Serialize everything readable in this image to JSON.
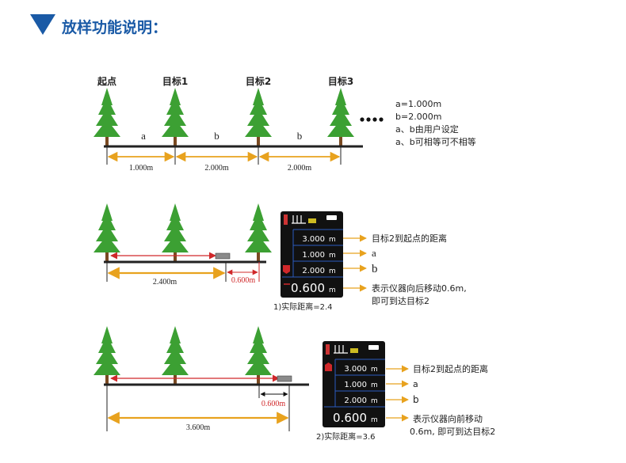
{
  "header": {
    "title": "放样功能说明：",
    "accent_color": "#1a5aa6"
  },
  "diagram1": {
    "labels": [
      "起点",
      "目标1",
      "目标2",
      "目标3"
    ],
    "segments": [
      "a",
      "b",
      "b"
    ],
    "dims": [
      "1.000m",
      "2.000m",
      "2.000m"
    ],
    "notes": [
      "a=1.000m",
      "b=2.000m",
      "a、b由用户设定",
      "a、b可相等可不相等"
    ]
  },
  "diagram2": {
    "measure_dim": "2.400m",
    "remain_dim": "0.600m",
    "screen": {
      "values": [
        "3.000",
        "1.000",
        "2.000"
      ],
      "unit": "m",
      "big": "0.600",
      "sign": "−"
    },
    "notes": [
      "目标2到起点的距离",
      "a",
      "b",
      "表示仪器向后移动0.6m,",
      "即可到达目标2"
    ],
    "caption": "1)实际距离=2.4"
  },
  "diagram3": {
    "measure_dim": "3.600m",
    "remain_dim": "0.600m",
    "screen": {
      "values": [
        "3.000",
        "1.000",
        "2.000"
      ],
      "unit": "m",
      "big": "0.600"
    },
    "notes": [
      "目标2到起点的距离",
      "a",
      "b",
      "表示仪器向前移动",
      "0.6m, 即可到达目标2"
    ],
    "caption": "2)实际距离=3.6"
  },
  "colors": {
    "orange": "#e8a21e",
    "red": "#d0282a",
    "tree": "#3ca033",
    "trunk": "#7a4a22",
    "screen_blue": "#2a5cc0",
    "text": "#222222"
  },
  "icons": [
    "tree-icon",
    "triangle-marker-icon",
    "laser-device-icon",
    "display-panel-icon"
  ]
}
